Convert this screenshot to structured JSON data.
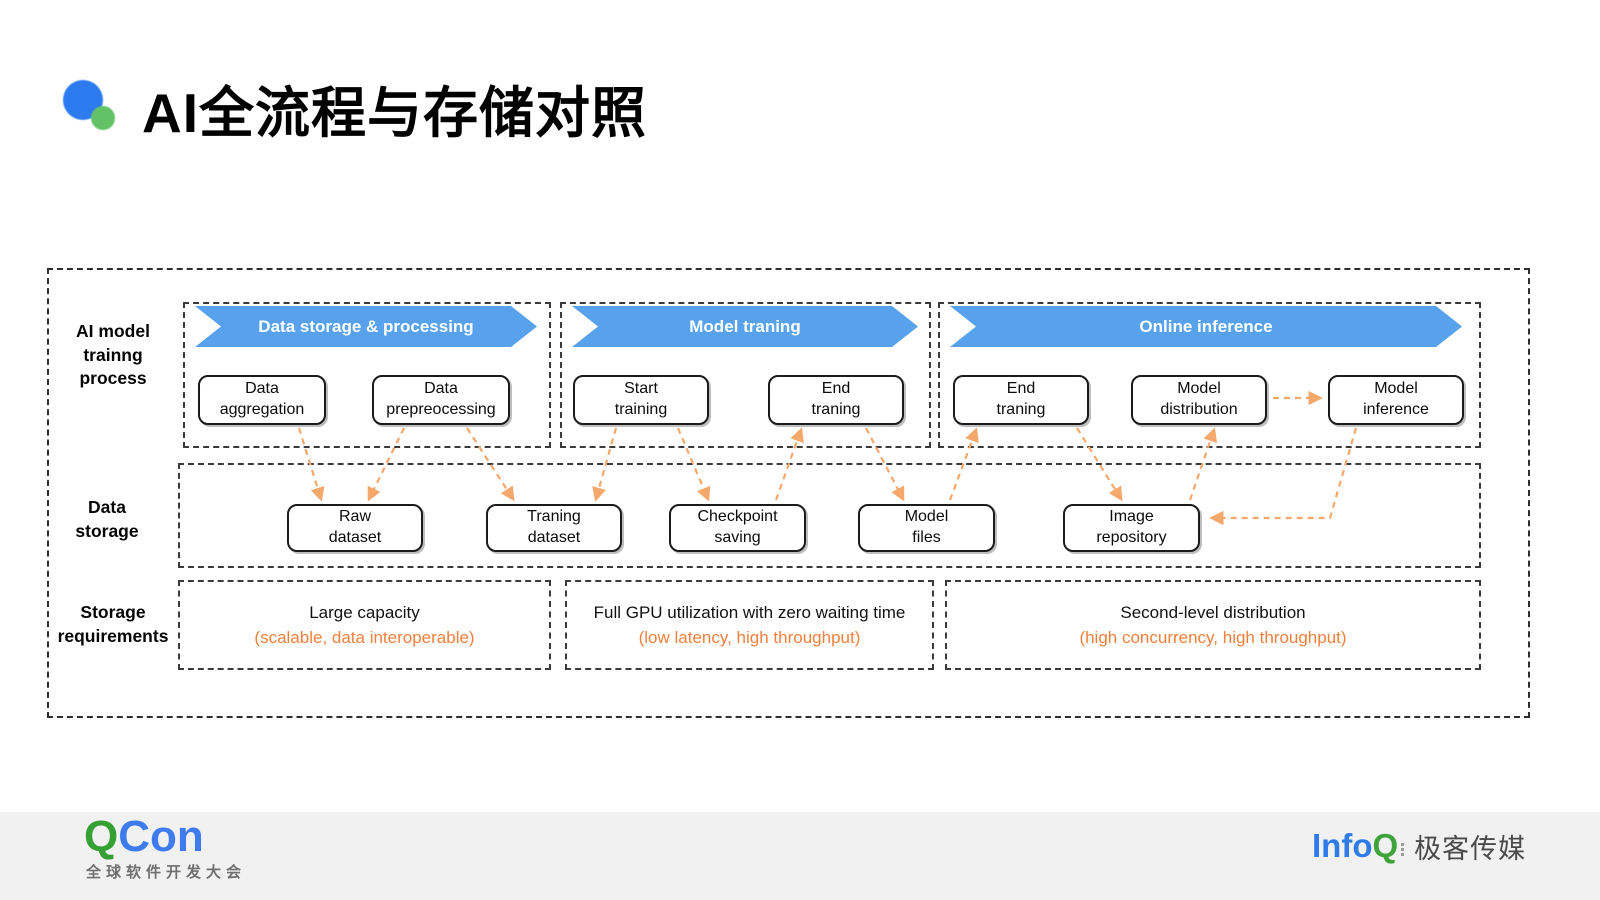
{
  "title": {
    "text": "AI全流程与存储对照"
  },
  "row_labels": {
    "process": "AI model trainng process",
    "storage": "Data storage",
    "requirements": "Storage requirements"
  },
  "process": {
    "sections": [
      {
        "banner": "Data storage & processing",
        "boxes": [
          {
            "line1": "Data",
            "line2": "aggregation"
          },
          {
            "line1": "Data",
            "line2": "prepreocessing"
          }
        ]
      },
      {
        "banner": "Model traning",
        "boxes": [
          {
            "line1": "Start",
            "line2": "training"
          },
          {
            "line1": "End",
            "line2": "traning"
          }
        ]
      },
      {
        "banner": "Online inference",
        "boxes": [
          {
            "line1": "End",
            "line2": "traning"
          },
          {
            "line1": "Model",
            "line2": "distribution"
          },
          {
            "line1": "Model",
            "line2": "inference"
          }
        ]
      }
    ]
  },
  "storage": {
    "boxes": [
      {
        "line1": "Raw",
        "line2": "dataset"
      },
      {
        "line1": "Traning",
        "line2": "dataset"
      },
      {
        "line1": "Checkpoint",
        "line2": "saving"
      },
      {
        "line1": "Model",
        "line2": "files"
      },
      {
        "line1": "Image",
        "line2": "repository"
      }
    ]
  },
  "requirements": [
    {
      "main": "Large capacity",
      "sub": "(scalable, data interoperable)"
    },
    {
      "main": "Full GPU utilization with zero waiting time",
      "sub": "(low latency, high throughput)"
    },
    {
      "main": "Second-level distribution",
      "sub": "(high concurrency, high throughput)"
    }
  ],
  "footer": {
    "qcon_q": "Q",
    "qcon_con": "Con",
    "qcon_subtitle": "全球软件开发大会",
    "infoq_info": "Info",
    "infoq_q": "Q",
    "infoq_brand": "极客传媒"
  },
  "colors": {
    "banner_blue": "#58a1ec",
    "arrow_orange": "#f5a86b",
    "accent_orange": "#f0813c",
    "qcon_green": "#35a033",
    "qcon_blue": "#3d7bee"
  }
}
